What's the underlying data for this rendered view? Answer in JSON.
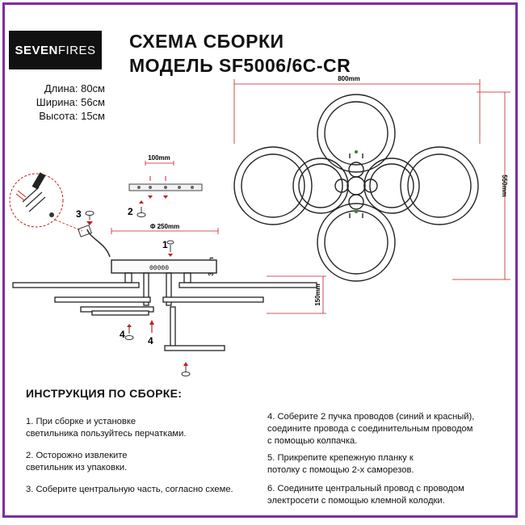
{
  "brand": {
    "part1": "SEVEN",
    "part2": "FIRES"
  },
  "title": {
    "line1": "СХЕМА СБОРКИ",
    "line2": "МОДЕЛЬ SF5006/6C-CR"
  },
  "specs": {
    "length": "Длина: 80см",
    "width": "Ширина: 56см",
    "height": "Высота: 15см"
  },
  "dimensions": {
    "top_width": "800mm",
    "top_height": "550mm",
    "bracket": "100mm",
    "canopy_diameter": "Φ 250mm",
    "canopy_height": "35mm",
    "total_height": "150mm"
  },
  "callouts": {
    "c1": "1",
    "c2": "2",
    "c3": "3",
    "c4a": "4",
    "c4b": "4"
  },
  "display_digits": "00000",
  "instructions": {
    "heading": "ИНСТРУКЦИЯ ПО СБОРКЕ:",
    "step1": [
      "1. При сборке и установке",
      "светильника пользуйтесь перчатками."
    ],
    "step2": [
      "2. Осторожно извлеките",
      "светильник из упаковки."
    ],
    "step3": [
      "3. Соберите центральную часть, согласно схеме."
    ],
    "step4": [
      "4. Соберите 2 пучка проводов (синий и красный),",
      "соедините провода с соединительным проводом",
      "с помощью колпачка."
    ],
    "step5": [
      "5. Прикрепите крепежную планку к",
      "потолку с помощью 2-х саморезов."
    ],
    "step6": [
      "6. Соедините центральный провод с проводом",
      "электросети с помощью клемной колодки."
    ]
  },
  "colors": {
    "frame": "#7a2fa0",
    "dimension": "#c81e1e",
    "arrow": "#c81e1e"
  }
}
